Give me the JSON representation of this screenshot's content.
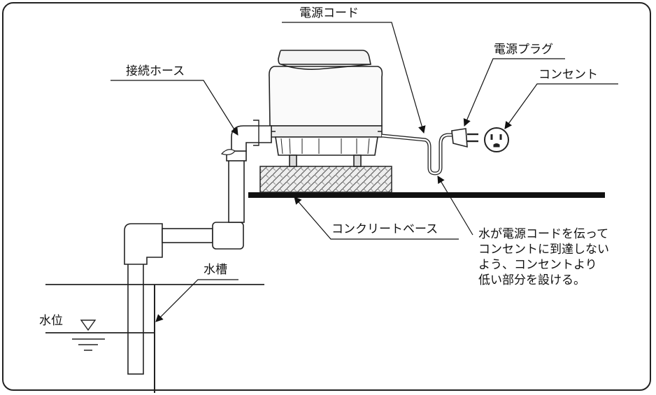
{
  "labels": {
    "power_cord": "電源コード",
    "power_plug": "電源プラグ",
    "outlet": "コンセント",
    "connection_hose": "接続ホース",
    "concrete_base": "コンクリートベース",
    "water_tank": "水槽",
    "water_level": "水位"
  },
  "note": [
    "水が電源コードを伝って",
    "コンセントに到達しない",
    "よう、コンセントより",
    "低い部分を設ける。"
  ]
}
